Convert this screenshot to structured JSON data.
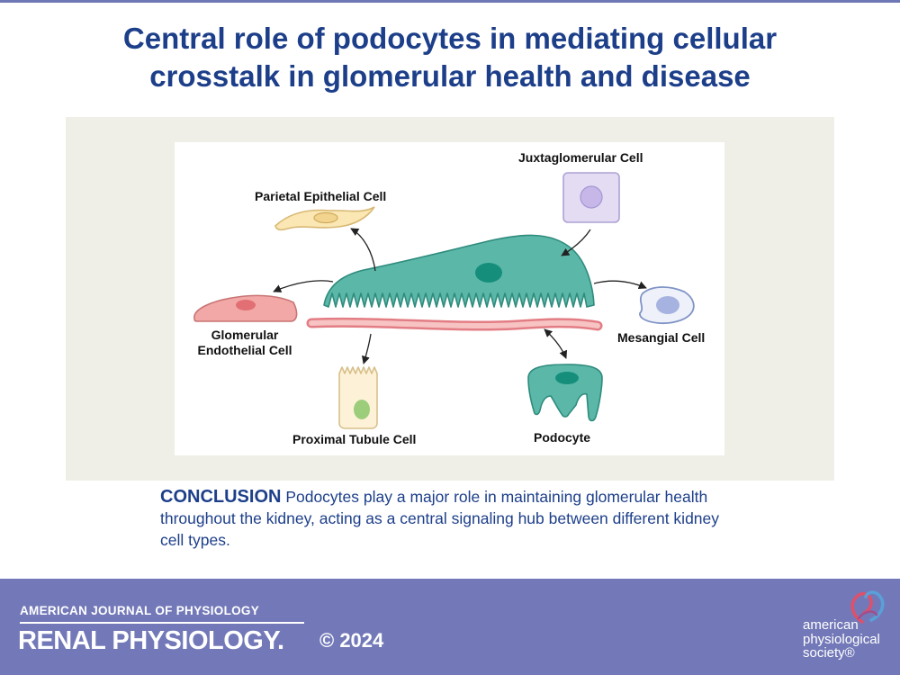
{
  "header": {
    "title_line1": "Central role of podocytes in mediating cellular",
    "title_line2": "crosstalk in glomerular health and disease"
  },
  "diagram": {
    "labels": {
      "juxtaglomerular": "Juxtaglomerular Cell",
      "parietal": "Parietal Epithelial Cell",
      "glomerular_line1": "Glomerular",
      "glomerular_line2": "Endothelial Cell",
      "mesangial": "Mesangial Cell",
      "proximal": "Proximal Tubule Cell",
      "podocyte": "Podocyte"
    },
    "colors": {
      "podocyte_teal": "#5bb8a8",
      "nucleus_teal": "#168e7c",
      "membrane_pink": "#f2a3a3",
      "parietal_yellow": "#fbe7b3",
      "endothelial_pink": "#f2a8a6",
      "juxta_lavender": "#e3dcf3",
      "mesangial_blue": "#eef1fa",
      "tubule_cream": "#fdf2d8",
      "tubule_nucleus": "#9ccd7a"
    }
  },
  "conclusion": {
    "keyword": "CONCLUSION",
    "text": " Podocytes play a major role in maintaining glomerular health throughout the kidney, acting as a central signaling hub between different kidney cell types."
  },
  "footer": {
    "journal_top": "AMERICAN JOURNAL OF PHYSIOLOGY",
    "journal_name": "RENAL PHYSIOLOGY.",
    "copyright": "© 2024",
    "society_line1": "american",
    "society_line2": "physiological",
    "society_line3": "society®"
  }
}
